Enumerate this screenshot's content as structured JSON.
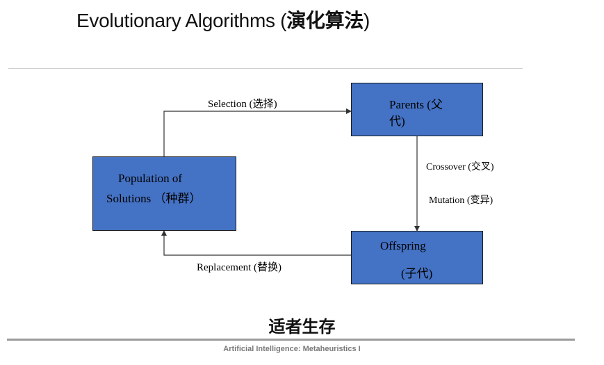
{
  "slide": {
    "title_en": "Evolutionary Algorithms (",
    "title_cn": "演化算法",
    "title_close": ")",
    "motto": "适者生存",
    "footer": "Artificial Intelligence: Metaheuristics I"
  },
  "diagram": {
    "population": {
      "line1": "Population of",
      "line2": "Solutions （种群）"
    },
    "parents": {
      "line1": "Parents (父",
      "line2": "代)"
    },
    "offspring": {
      "line1": "Offspring",
      "line2": "(子代)"
    },
    "selection": "Selection (选择)",
    "crossover": "Crossover (交叉)",
    "mutation": "Mutation (变异)",
    "replacement": "Replacement (替换)"
  },
  "colors": {
    "box_fill": "#4472C4",
    "arrow": "#333333"
  }
}
